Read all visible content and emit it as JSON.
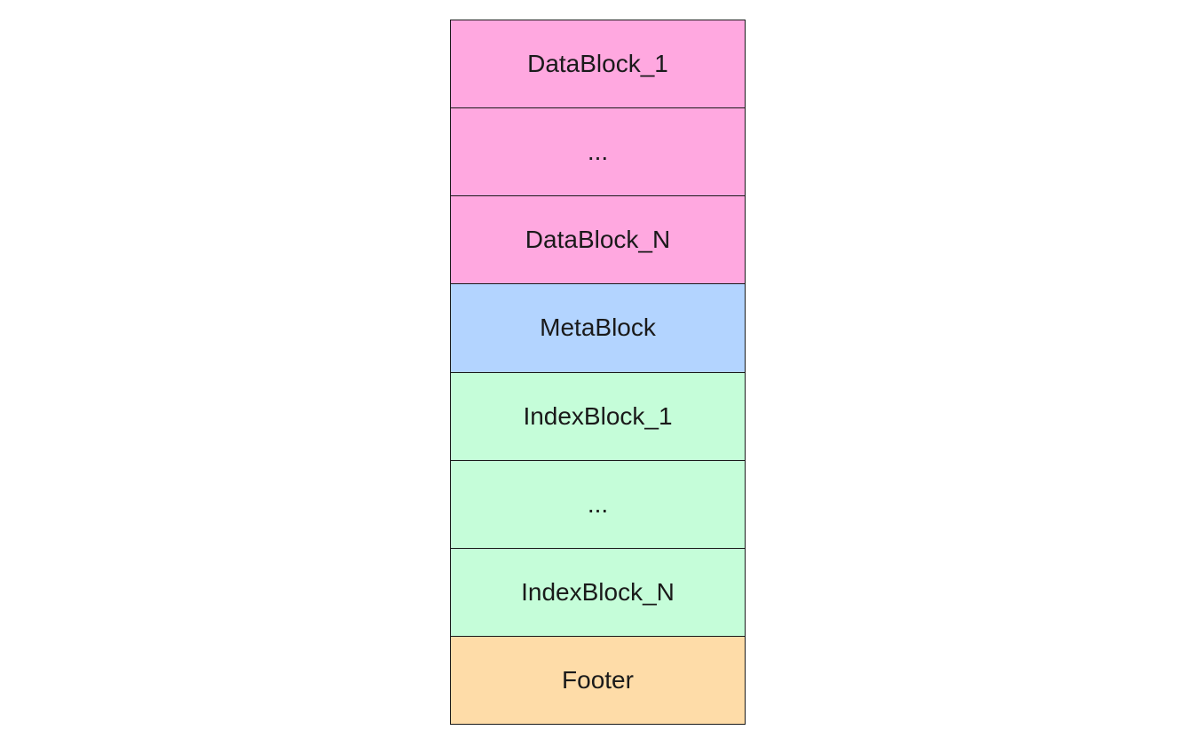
{
  "diagram": {
    "blocks": [
      {
        "label": "DataBlock_1",
        "color": "#ffa8e0"
      },
      {
        "label": "...",
        "color": "#ffa8e0"
      },
      {
        "label": "DataBlock_N",
        "color": "#ffa8e0"
      },
      {
        "label": "MetaBlock",
        "color": "#b3d4ff"
      },
      {
        "label": "IndexBlock_1",
        "color": "#c5fdd9"
      },
      {
        "label": "...",
        "color": "#c5fdd9"
      },
      {
        "label": "IndexBlock_N",
        "color": "#c5fdd9"
      },
      {
        "label": "Footer",
        "color": "#fedca8"
      }
    ]
  }
}
